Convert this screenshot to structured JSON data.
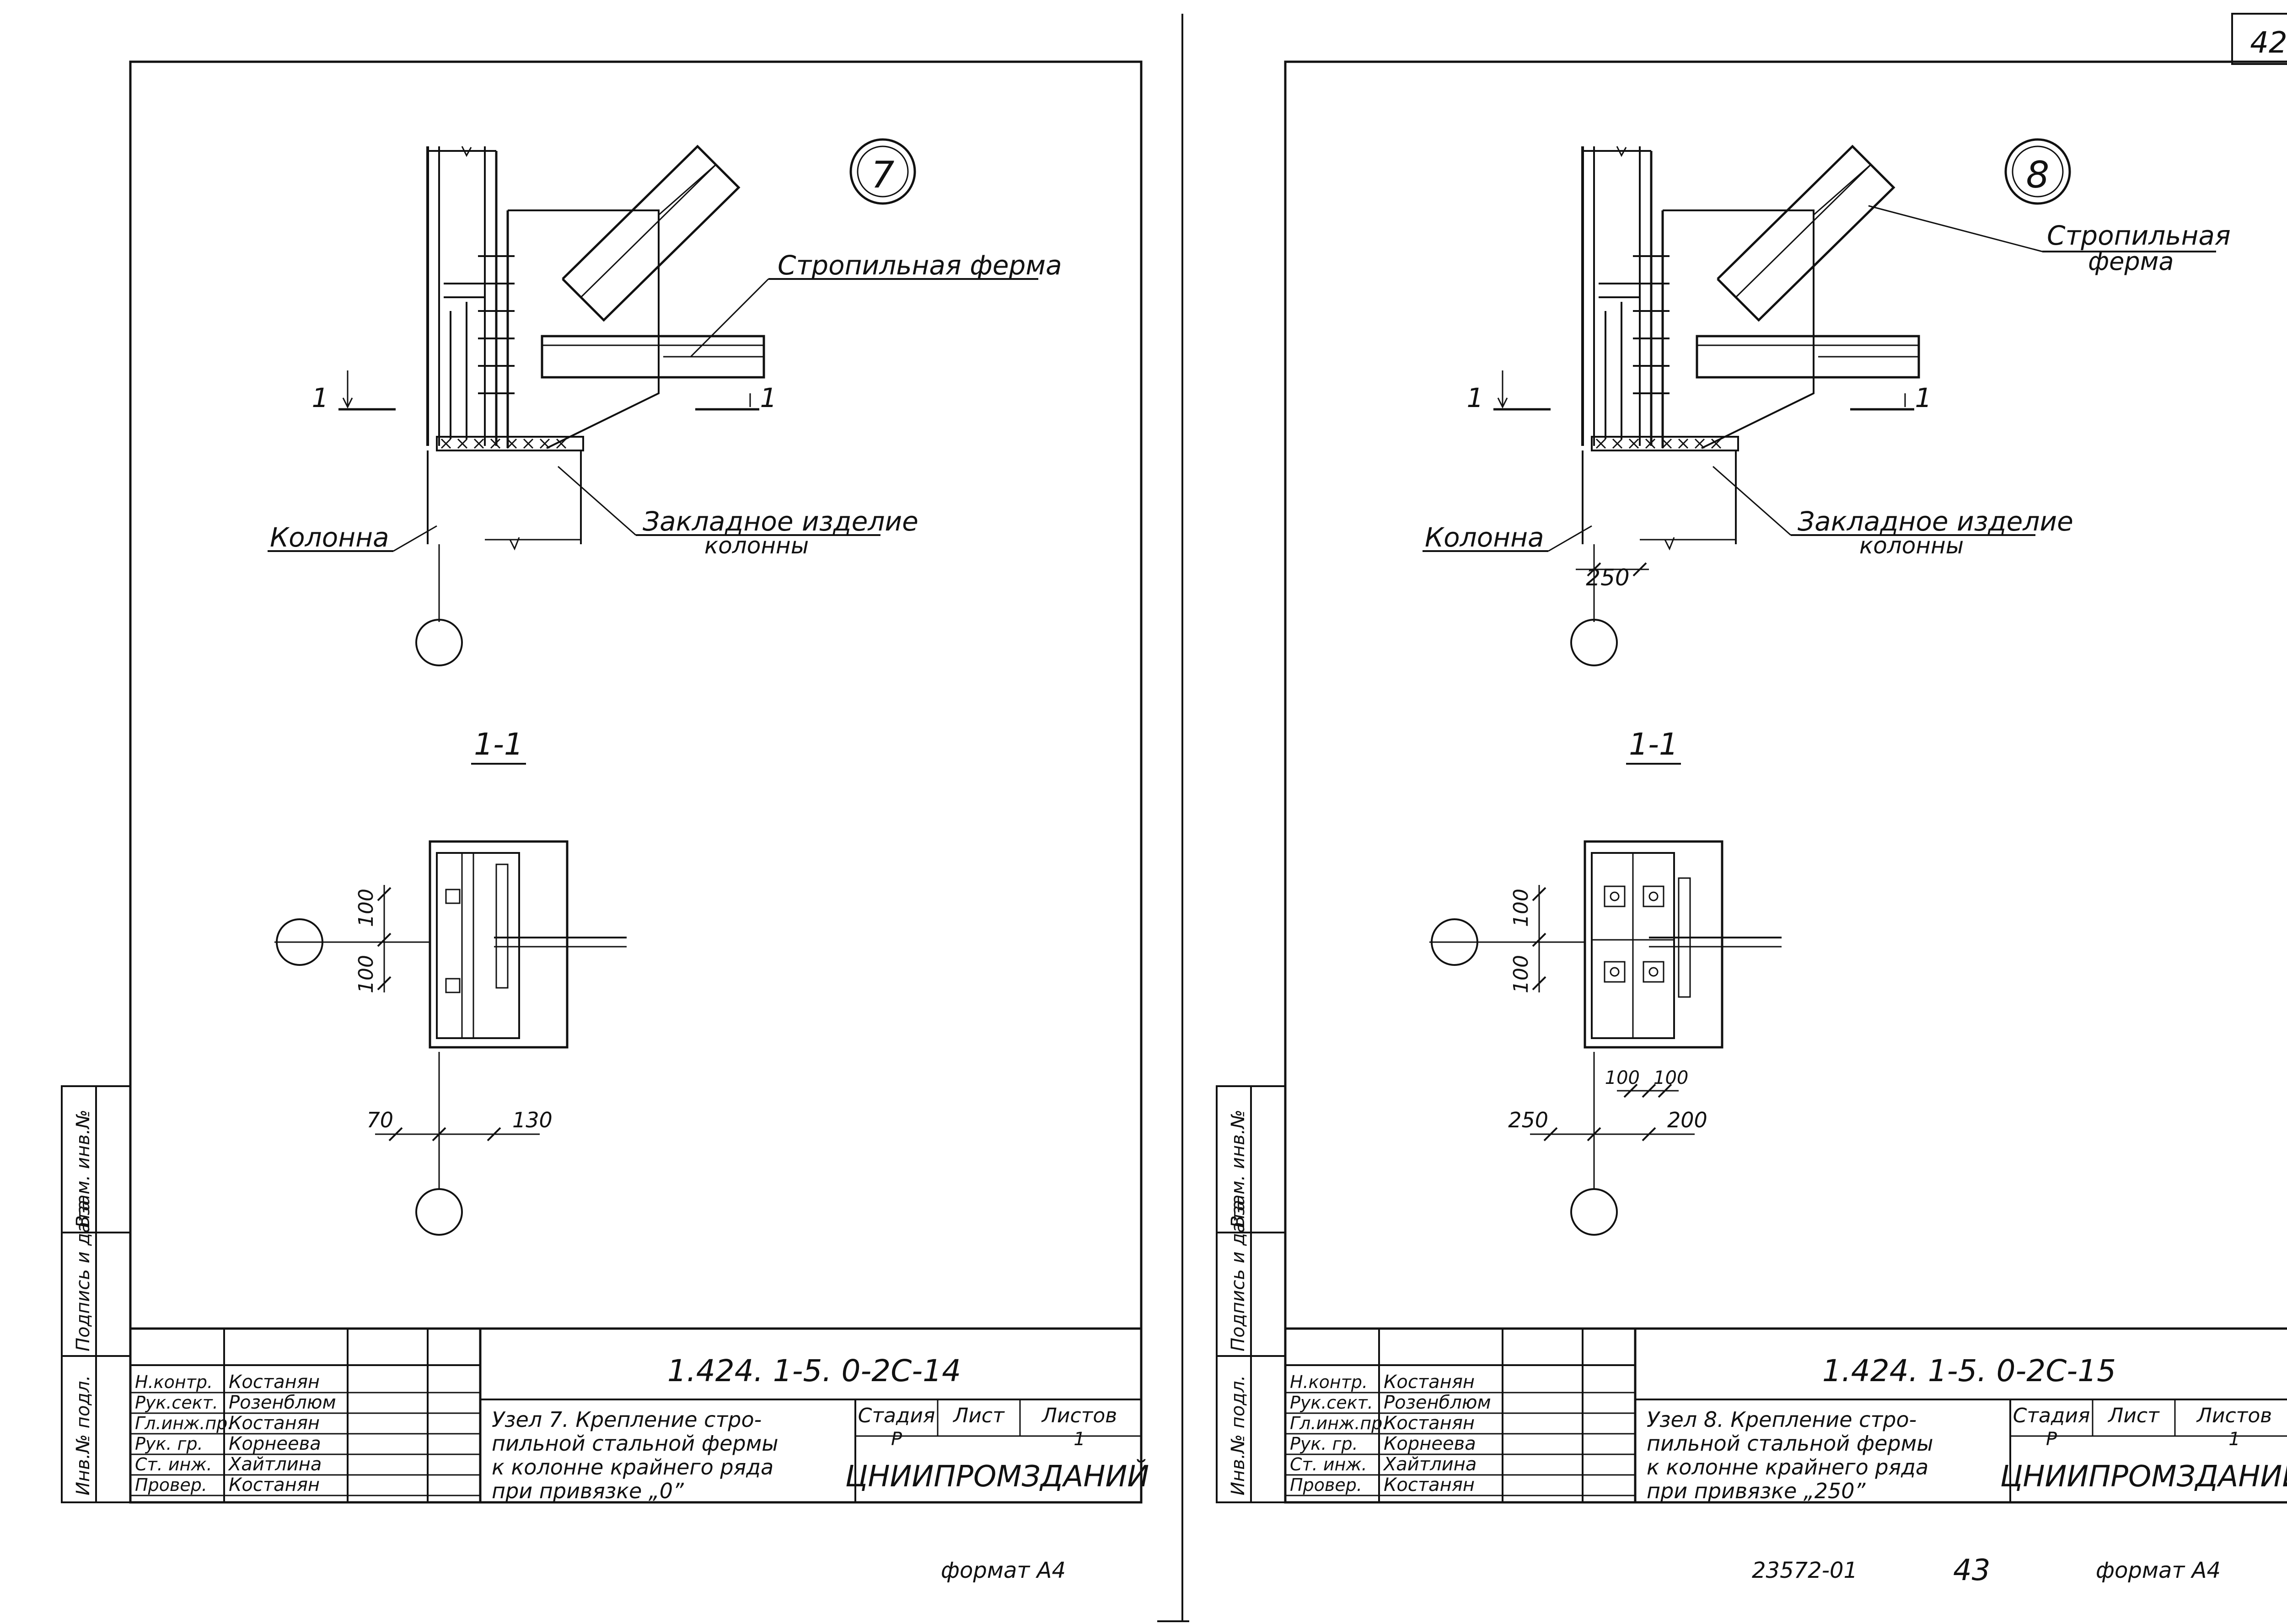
{
  "page_number": "42",
  "bottom_code": "23572-01",
  "bottom_page": "43",
  "sheets": [
    {
      "node_number": "7",
      "rafter_truss": "Стропильная ферма",
      "rafter_truss_line1": "",
      "rafter_truss_line2": "",
      "column": "Колонна",
      "embedded_line1": "Закладное изделие",
      "embedded_line2": "колонны",
      "section_mark": "1",
      "section_label": "1-1",
      "dim_offset": "",
      "dims_plan": [
        "100",
        "100",
        "70",
        "130"
      ],
      "dims_plan_extra": [],
      "code": "1.424. 1-5. 0-2С-14",
      "roles": [
        "Н.контр.",
        "Рук.сект.",
        "Гл.инж.пр.",
        "Рук. гр.",
        "Ст. инж.",
        "Провер."
      ],
      "names": [
        "Костанян",
        "Розенблюм",
        "Костанян",
        "Корнеева",
        "Хайтлина",
        "Костанян"
      ],
      "title_lines": [
        "Узел 7. Крепление стро-",
        "пильной стальной фермы",
        "к колонне крайнего ряда",
        "при привязке „0”"
      ],
      "stage_header": "Стадия",
      "sheet_header": "Лист",
      "sheets_header": "Листов",
      "stage_value": "Р",
      "sheets_value": "1",
      "org": "ЦНИИПРОМЗДАНИЙ",
      "format": "формат А4",
      "stamp_labels": [
        "Инв.№ подл.",
        "Подпись и дата",
        "Взам. инв.№"
      ]
    },
    {
      "node_number": "8",
      "rafter_truss": "",
      "rafter_truss_line1": "Стропильная",
      "rafter_truss_line2": "ферма",
      "column": "Колонна",
      "embedded_line1": "Закладное изделие",
      "embedded_line2": "колонны",
      "section_mark": "1",
      "section_label": "1-1",
      "dim_offset": "250",
      "dims_plan": [
        "100",
        "100",
        "250",
        "200"
      ],
      "dims_plan_extra": [
        "100",
        "100"
      ],
      "code": "1.424. 1-5. 0-2С-15",
      "roles": [
        "Н.контр.",
        "Рук.сект.",
        "Гл.инж.пр.",
        "Рук. гр.",
        "Ст. инж.",
        "Провер."
      ],
      "names": [
        "Костанян",
        "Розенблюм",
        "Костанян",
        "Корнеева",
        "Хайтлина",
        "Костанян"
      ],
      "title_lines": [
        "Узел 8. Крепление стро-",
        "пильной стальной фермы",
        "к колонне крайнего ряда",
        "при привязке „250”"
      ],
      "stage_header": "Стадия",
      "sheet_header": "Лист",
      "sheets_header": "Листов",
      "stage_value": "Р",
      "sheets_value": "1",
      "org": "ЦНИИПРОМЗДАНИЙ",
      "format": "формат А4",
      "stamp_labels": [
        "Инв.№ подл.",
        "Подпись и дата",
        "Взам. инв.№"
      ]
    }
  ]
}
